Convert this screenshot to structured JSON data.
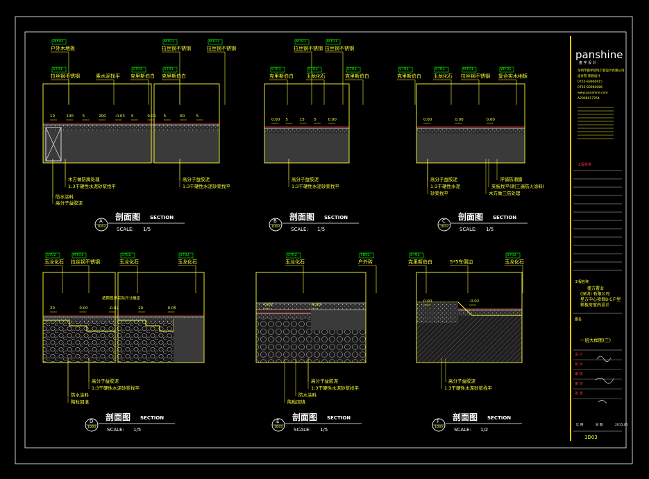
{
  "colors": {
    "background": "#000000",
    "frame": "#ffffff",
    "label": "#ffff33",
    "tag": "#00ff00",
    "floor": "#3a3a3a",
    "accent": "#ff3333",
    "title_bar": "#ffcc00"
  },
  "sections": [
    {
      "id": "A",
      "sheet": "1D03",
      "title": "剖面图",
      "title_en": "SECTION",
      "scale_label": "SCALE:",
      "scale": "1/5",
      "tags": [
        {
          "code": "WF02",
          "name": "户外木地板"
        },
        {
          "code": "ST01",
          "name": "拉丝钢不锈钢"
        },
        {
          "code": "",
          "name": "素水泥找平"
        },
        {
          "code": "ST01",
          "name": "克里斯伯白"
        },
        {
          "code": "MT01",
          "name": "拉丝钢不锈钢"
        },
        {
          "code": "ST01",
          "name": "克里斯伯白"
        },
        {
          "code": "MT01",
          "name": "拉丝钢不锈钢"
        }
      ],
      "dims": [
        "10",
        "100",
        "5",
        "200",
        "-0.03",
        "5",
        "0.00",
        "5",
        "60",
        "5"
      ],
      "notes": [
        "木方做防腐处理",
        "1:3干硬性水泥砂浆找平",
        "防水涂料",
        "高分子益胶泥",
        "高分子益胶泥",
        "1:3干硬性水泥砂浆找平"
      ]
    },
    {
      "id": "B",
      "sheet": "1D03",
      "title": "剖面图",
      "title_en": "SECTION",
      "scale_label": "SCALE:",
      "scale": "1/5",
      "tags": [
        {
          "code": "MT01",
          "name": "拉丝钢不锈钢"
        },
        {
          "code": "MT01",
          "name": "拉丝钢不锈钢"
        },
        {
          "code": "ST01",
          "name": "克里斯伯白"
        },
        {
          "code": "ST02",
          "name": "玉龙化石"
        },
        {
          "code": "ST01",
          "name": "克里斯伯白"
        }
      ],
      "dims": [
        "0.00",
        "5",
        "15",
        "5",
        "0.00"
      ],
      "notes": [
        "高分子益胶泥",
        "1:3干硬性水泥砂浆找平"
      ]
    },
    {
      "id": "C",
      "sheet": "1D03",
      "title": "剖面图",
      "title_en": "SECTION",
      "scale_label": "SCALE:",
      "scale": "1/5",
      "tags": [
        {
          "code": "ST01",
          "name": "克里斯伯白"
        },
        {
          "code": "ST02",
          "name": "玉龙化石"
        },
        {
          "code": "MT01",
          "name": "拉丝钢不锈钢"
        },
        {
          "code": "WF01",
          "name": "复合实木地板"
        }
      ],
      "dims": [
        "0.00",
        "0.00",
        "0.00"
      ],
      "notes": [
        "高分子益胶泥",
        "1:3干硬性水泥",
        "砂浆找平",
        "浮铺防潮膜",
        "夹板找平(刷三遍防火涂料)",
        "木方做三防处理"
      ]
    },
    {
      "id": "D",
      "sheet": "1D03",
      "title": "剖面图",
      "title_en": "SECTION",
      "scale_label": "SCALE:",
      "scale": "1/5",
      "tags": [
        {
          "code": "ST02",
          "name": "玉龙化石"
        },
        {
          "code": "MT01",
          "name": "拉丝钢不锈钢"
        },
        {
          "code": "ST02",
          "name": "玉龙化石"
        },
        {
          "code": "ST02",
          "name": "玉龙化石"
        }
      ],
      "dims": [
        "20",
        "0.00",
        "-0.02",
        "20",
        "0.05"
      ],
      "callout": "按照现场实际尺寸确定",
      "notes": [
        "高分子益胶泥",
        "1:3干硬性水泥砂浆找平",
        "防水涂料",
        "陶粒回填"
      ]
    },
    {
      "id": "E",
      "sheet": "1D03",
      "title": "剖面图",
      "title_en": "SECTION",
      "scale_label": "SCALE:",
      "scale": "1/5",
      "tags": [
        {
          "code": "ST02",
          "name": "玉龙化石"
        },
        {
          "code": "TB01",
          "name": "户外砖"
        }
      ],
      "dims": [
        "-0.02",
        "-0.03"
      ],
      "notes": [
        "高分子益胶泥",
        "1:3干硬性水泥砂浆找平",
        "防水涂料",
        "陶粒回填"
      ]
    },
    {
      "id": "F",
      "sheet": "1D03",
      "title": "剖面图",
      "title_en": "SECTION",
      "scale_label": "SCALE:",
      "scale": "1/2",
      "tags": [
        {
          "code": "ST01",
          "name": "克里斯伯白"
        },
        {
          "code": "",
          "name": "5*5车倒边"
        },
        {
          "code": "ST02",
          "name": "玉龙化石"
        }
      ],
      "dims": [
        "0.00",
        "-0.02"
      ],
      "notes": [
        "高分子益胶泥",
        "1:3干硬性水泥砂浆找平"
      ]
    }
  ],
  "title_block": {
    "logo": "panshine",
    "logo_sub": "盘 宇 设 计",
    "company_lines": [
      "深圳市盘宇装饰工程设计有限公司",
      "设计院 装修设计",
      "0755-83960915",
      "0755-83960086",
      "www.panshine.com",
      "A2006017764"
    ],
    "project_label": "工程名称",
    "project_lines": [
      "盛方置业",
      "(深圳) 有限公司",
      "星方中心项目B-C户型",
      "样板房室内设计"
    ],
    "drawing_label": "图名",
    "drawing_name": "一层大样图(三)",
    "sign_rows": [
      "设 计",
      "校 对",
      "审 核",
      "审 定",
      "批 准"
    ],
    "footer": [
      "比 例",
      "日 期",
      "2015.05"
    ],
    "sheet_number": "1D03"
  }
}
